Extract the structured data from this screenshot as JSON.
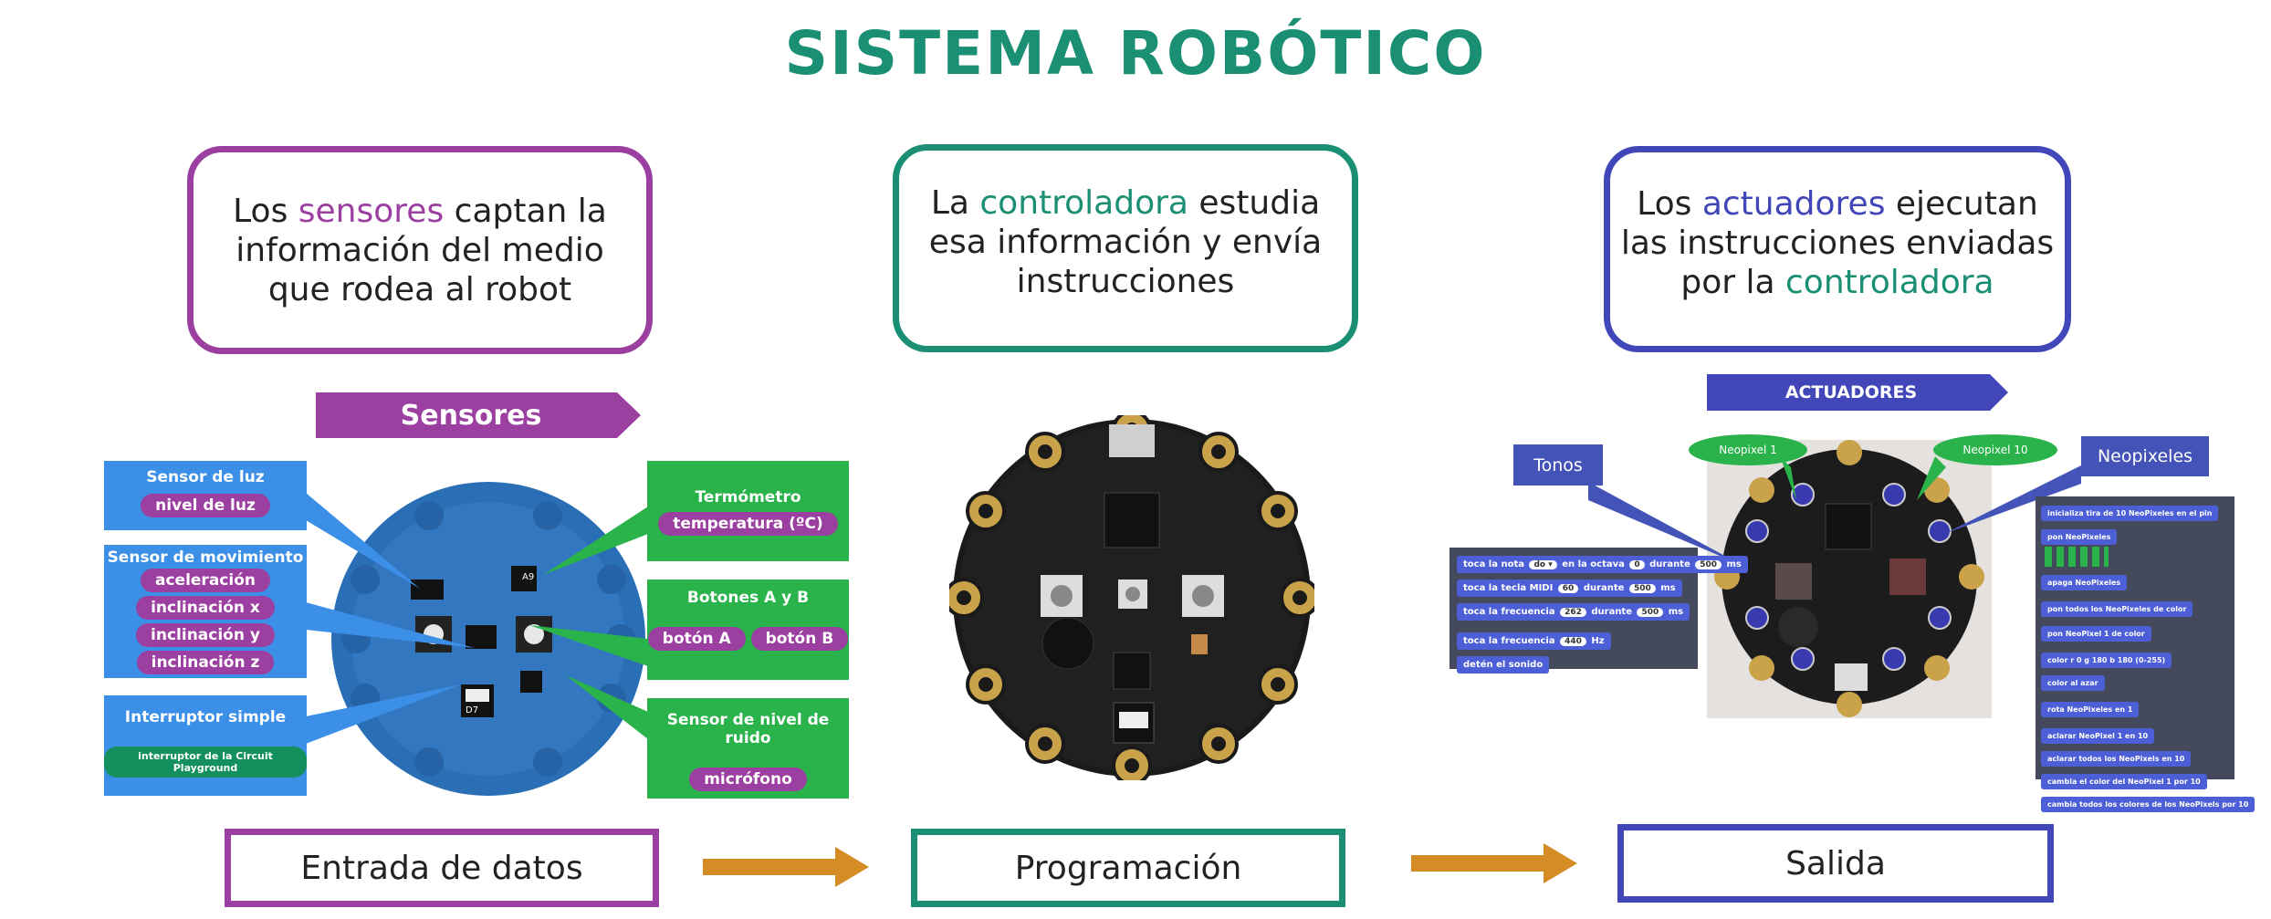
{
  "title": "SISTEMA ROBÓTICO",
  "boxes": {
    "sensors": {
      "pre": "Los ",
      "hl": "sensores",
      "post": " captan la información del medio que rodea al robot"
    },
    "controller": {
      "pre": "La ",
      "hl": "controladora",
      "post": " estudia esa información y envía instrucciones"
    },
    "actuators": {
      "pre": "Los ",
      "hl": "actuadores",
      "mid": " ejecutan las instrucciones enviadas por la ",
      "hl2": "controladora"
    }
  },
  "banners": {
    "sensores": "Sensores",
    "actuadores": "ACTUADORES"
  },
  "sensors": {
    "luz": {
      "title": "Sensor de luz",
      "items": [
        "nivel de luz"
      ]
    },
    "movimiento": {
      "title": "Sensor de movimiento",
      "items": [
        "aceleración",
        "inclinación x",
        "inclinación y",
        "inclinación z"
      ]
    },
    "interruptor": {
      "title": "Interruptor simple",
      "items": [
        "interruptor de la Circuit Playground"
      ]
    },
    "termometro": {
      "title": "Termómetro",
      "items": [
        "temperatura (ºC)"
      ]
    },
    "botones": {
      "title": "Botones A y B",
      "items": [
        "botón A",
        "botón B"
      ]
    },
    "ruido": {
      "title": "Sensor de nivel de ruido",
      "items": [
        "micrófono"
      ]
    }
  },
  "board_labels": {
    "a9": "A9",
    "d7": "D7"
  },
  "callouts": {
    "tonos": "Tonos",
    "neopixeles": "Neopixeles",
    "np1": "Neopixel 1",
    "np10": "Neopixel 10"
  },
  "tones_code": [
    [
      "toca la nota",
      "do ▾",
      "en la octava",
      "0",
      "durante",
      "500",
      "ms"
    ],
    [
      "toca la tecla MIDI",
      "60",
      "durante",
      "500",
      "ms"
    ],
    [
      "toca la frecuencia",
      "262",
      "durante",
      "500",
      "ms"
    ],
    [
      "toca la frecuencia",
      "440",
      "Hz"
    ],
    [
      "detén el sonido"
    ]
  ],
  "neo_code": [
    "inicializa tira de 10 NeoPixeles en el pin",
    "pon NeoPixeles",
    "apaga NeoPixeles",
    "pon todos los NeoPixeles de color",
    "pon NeoPixel 1 de color",
    "color r 0 g 180 b 180 (0-255)",
    "color al azar",
    "rota NeoPixeles en 1",
    "aclarar NeoPixel 1 en 10",
    "aclarar todos los NeoPixels en 10",
    "cambia el color del NeoPixel 1 por 10",
    "cambia todos los colores de los NeoPixels por 10"
  ],
  "bottom": {
    "entrada": "Entrada de datos",
    "programacion": "Programación",
    "salida": "Salida"
  },
  "colors": {
    "purple": "#9b3fa0",
    "green": "#1b8f73",
    "blue": "#4147b8",
    "arrow": "#d68c25",
    "board": "#2a6fb5"
  }
}
